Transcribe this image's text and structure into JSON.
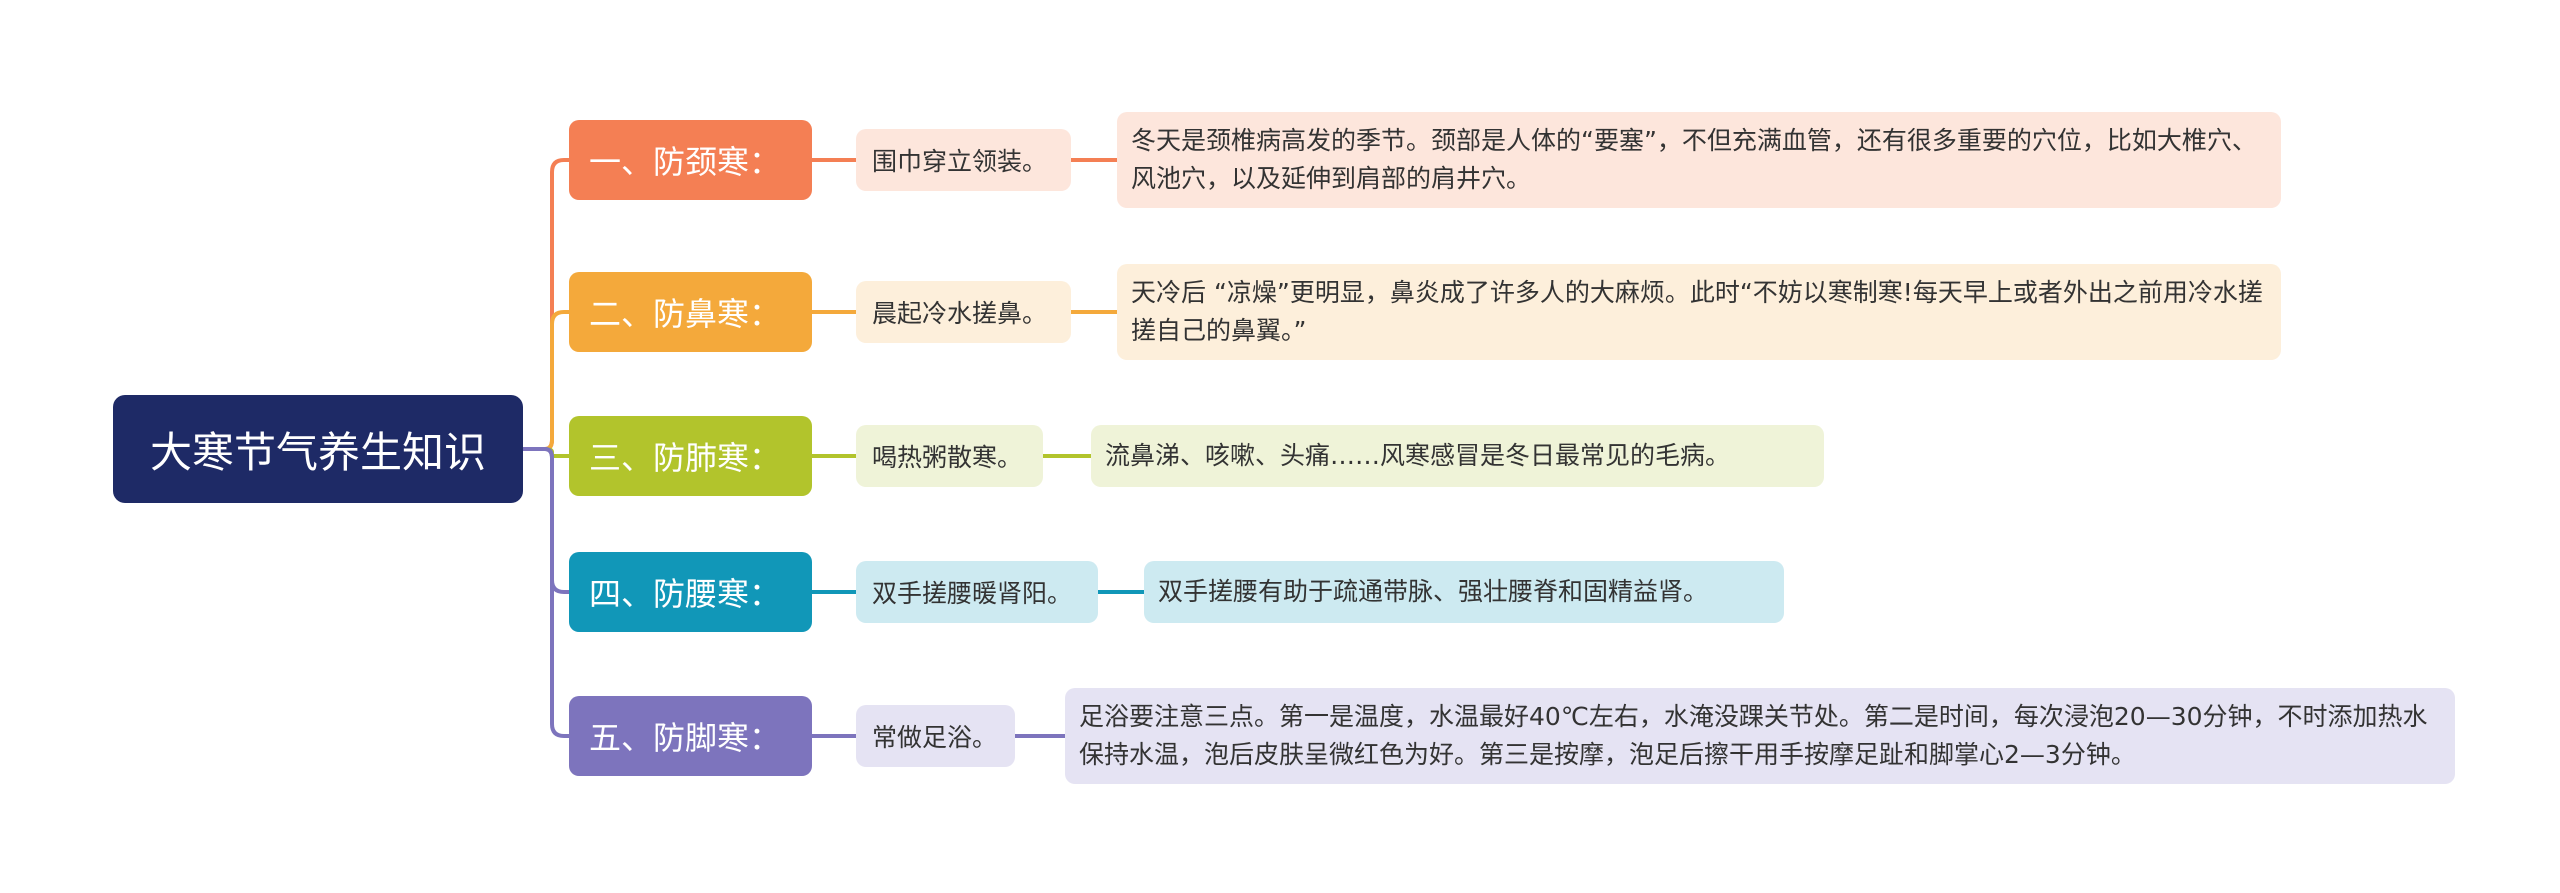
{
  "root": {
    "title": "大寒节气养生知识"
  },
  "branches": [
    {
      "label": "一、防颈寒：",
      "tip": "围巾穿立领装。",
      "detail": "冬天是颈椎病高发的季节。颈部是人体的“要塞”，不但充满血管，还有很多重要的穴位，比如大椎穴、风池穴，以及延伸到肩部的肩井穴。",
      "color": "#f47f54"
    },
    {
      "label": "二、防鼻寒：",
      "tip": "晨起冷水搓鼻。",
      "detail": "天冷后 “凉燥”更明显，鼻炎成了许多人的大麻烦。此时“不妨以寒制寒!每天早上或者外出之前用冷水搓搓自己的鼻翼。”",
      "color": "#f4a93b"
    },
    {
      "label": "三、防肺寒：",
      "tip": "喝热粥散寒。",
      "detail": "流鼻涕、咳嗽、头痛……风寒感冒是冬日最常见的毛病。",
      "color": "#b2c42c"
    },
    {
      "label": "四、防腰寒：",
      "tip": "双手搓腰暖肾阳。",
      "detail": "双手搓腰有助于疏通带脉、强壮腰脊和固精益肾。",
      "color": "#1197b8"
    },
    {
      "label": "五、防脚寒：",
      "tip": "常做足浴。",
      "detail": "足浴要注意三点。第一是温度，水温最好40℃左右，水淹没踝关节处。第二是时间，每次浸泡20—30分钟，不时添加热水保持水温，泡后皮肤呈微红色为好。第三是按摩，泡足后擦干用手按摩足趾和脚掌心2—3分钟。",
      "color": "#7d74bd"
    }
  ]
}
